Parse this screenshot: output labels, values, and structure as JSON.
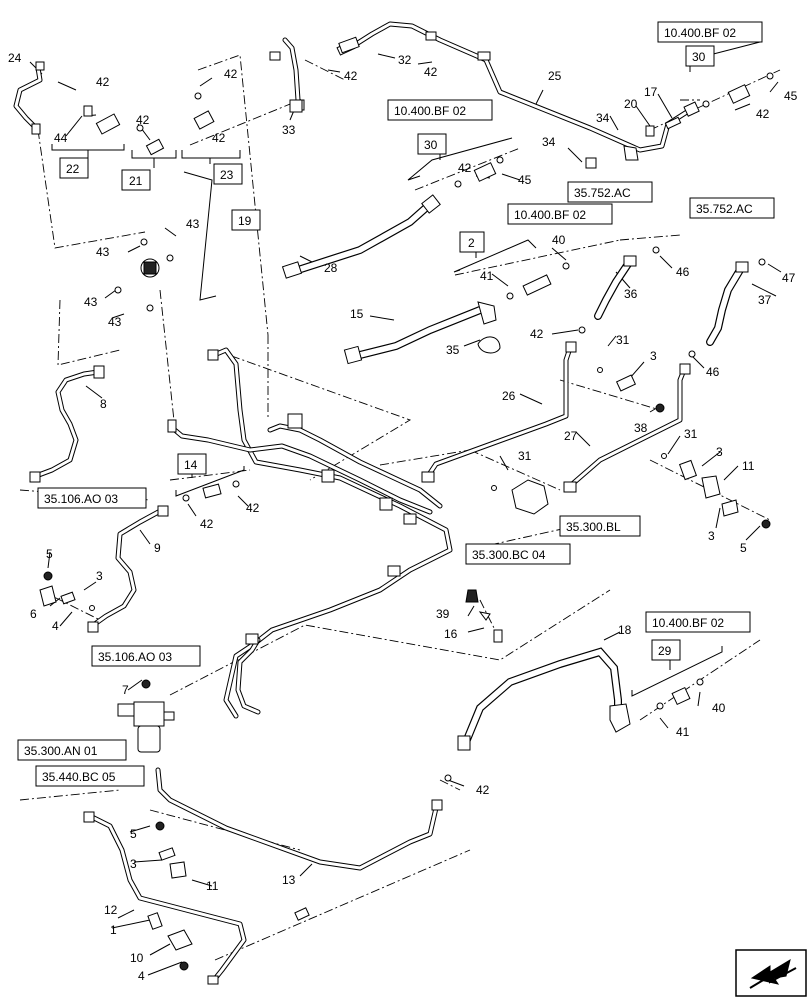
{
  "callouts": [
    {
      "id": "c24",
      "label": "24"
    },
    {
      "id": "c42a",
      "label": "42"
    },
    {
      "id": "c44",
      "label": "44"
    },
    {
      "id": "c42b",
      "label": "42"
    },
    {
      "id": "c42c",
      "label": "42"
    },
    {
      "id": "c42d",
      "label": "42"
    },
    {
      "id": "c33",
      "label": "33"
    },
    {
      "id": "c42e",
      "label": "42"
    },
    {
      "id": "c32",
      "label": "32"
    },
    {
      "id": "c42f",
      "label": "42"
    },
    {
      "id": "c25",
      "label": "25"
    },
    {
      "id": "c34a",
      "label": "34"
    },
    {
      "id": "c20",
      "label": "20"
    },
    {
      "id": "c17",
      "label": "17"
    },
    {
      "id": "c42g",
      "label": "42"
    },
    {
      "id": "c45a",
      "label": "45"
    },
    {
      "id": "c34b",
      "label": "34"
    },
    {
      "id": "c42h",
      "label": "42"
    },
    {
      "id": "c45b",
      "label": "45"
    },
    {
      "id": "c43a",
      "label": "43"
    },
    {
      "id": "c43b",
      "label": "43"
    },
    {
      "id": "c43c",
      "label": "43"
    },
    {
      "id": "c43d",
      "label": "43"
    },
    {
      "id": "c28",
      "label": "28"
    },
    {
      "id": "c40a",
      "label": "40"
    },
    {
      "id": "c41a",
      "label": "41"
    },
    {
      "id": "c46a",
      "label": "46"
    },
    {
      "id": "c47",
      "label": "47"
    },
    {
      "id": "c36",
      "label": "36"
    },
    {
      "id": "c37",
      "label": "37"
    },
    {
      "id": "c15",
      "label": "15"
    },
    {
      "id": "c35",
      "label": "35"
    },
    {
      "id": "c42i",
      "label": "42"
    },
    {
      "id": "c31a",
      "label": "31"
    },
    {
      "id": "c3a",
      "label": "3"
    },
    {
      "id": "c46b",
      "label": "46"
    },
    {
      "id": "c8",
      "label": "8"
    },
    {
      "id": "c26",
      "label": "26"
    },
    {
      "id": "c38",
      "label": "38"
    },
    {
      "id": "c27",
      "label": "27"
    },
    {
      "id": "c31b",
      "label": "31"
    },
    {
      "id": "c3b",
      "label": "3"
    },
    {
      "id": "c11a",
      "label": "11"
    },
    {
      "id": "c31c",
      "label": "31"
    },
    {
      "id": "c42j",
      "label": "42"
    },
    {
      "id": "c42k",
      "label": "42"
    },
    {
      "id": "c9",
      "label": "9"
    },
    {
      "id": "c3c",
      "label": "3"
    },
    {
      "id": "c5a",
      "label": "5"
    },
    {
      "id": "c5b",
      "label": "5"
    },
    {
      "id": "c3d",
      "label": "3"
    },
    {
      "id": "c6",
      "label": "6"
    },
    {
      "id": "c4a",
      "label": "4"
    },
    {
      "id": "c39",
      "label": "39"
    },
    {
      "id": "c16",
      "label": "16"
    },
    {
      "id": "c18",
      "label": "18"
    },
    {
      "id": "c7",
      "label": "7"
    },
    {
      "id": "c40b",
      "label": "40"
    },
    {
      "id": "c41b",
      "label": "41"
    },
    {
      "id": "c42l",
      "label": "42"
    },
    {
      "id": "c5c",
      "label": "5"
    },
    {
      "id": "c3e",
      "label": "3"
    },
    {
      "id": "c11b",
      "label": "11"
    },
    {
      "id": "c13",
      "label": "13"
    },
    {
      "id": "c12",
      "label": "12"
    },
    {
      "id": "c1",
      "label": "1"
    },
    {
      "id": "c10",
      "label": "10"
    },
    {
      "id": "c4b",
      "label": "4"
    }
  ],
  "kits": [
    {
      "id": "k22",
      "label": "22"
    },
    {
      "id": "k21",
      "label": "21"
    },
    {
      "id": "k23",
      "label": "23"
    },
    {
      "id": "k19",
      "label": "19"
    },
    {
      "id": "k30a",
      "label": "30"
    },
    {
      "id": "k30b",
      "label": "30"
    },
    {
      "id": "k2",
      "label": "2"
    },
    {
      "id": "k14",
      "label": "14"
    },
    {
      "id": "k29",
      "label": "29"
    }
  ],
  "references": [
    {
      "id": "r1",
      "label": "10.400.BF 02"
    },
    {
      "id": "r2",
      "label": "10.400.BF 02"
    },
    {
      "id": "r3",
      "label": "10.400.BF 02"
    },
    {
      "id": "r4",
      "label": "35.752.AC"
    },
    {
      "id": "r5",
      "label": "35.752.AC"
    },
    {
      "id": "r6",
      "label": "35.106.AO 03"
    },
    {
      "id": "r7",
      "label": "35.300.BL"
    },
    {
      "id": "r8",
      "label": "35.300.BC 04"
    },
    {
      "id": "r9",
      "label": "35.106.AO 03"
    },
    {
      "id": "r10",
      "label": "10.400.BF 02"
    },
    {
      "id": "r11",
      "label": "35.300.AN 01"
    },
    {
      "id": "r12",
      "label": "35.440.BC 05"
    }
  ],
  "nav_icon": "next-page-arrow-icon"
}
